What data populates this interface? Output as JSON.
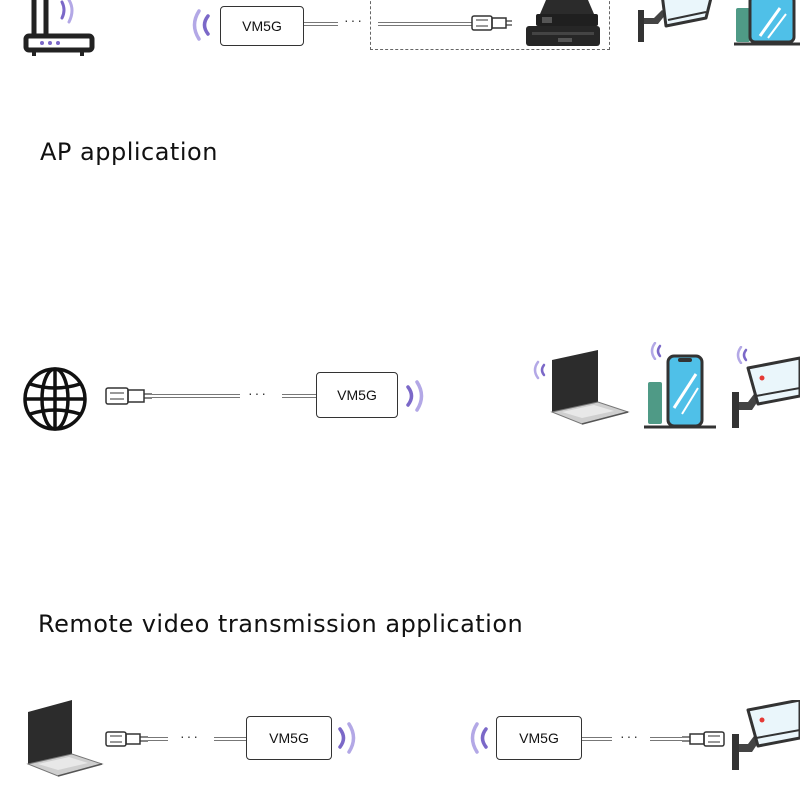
{
  "titles": {
    "ap": "AP application",
    "remote": "Remote video transmission application"
  },
  "device_label": "VM5G",
  "ellipsis": "···",
  "colors": {
    "signal": "#7b68c8",
    "signal_light": "#b3a8e6",
    "screen_blue": "#4fc0e8",
    "book_green": "#4f9a86",
    "stroke": "#222222"
  },
  "icons": [
    "router-icon",
    "signal-icon",
    "rj45-connector-icon",
    "pos-terminal-icon",
    "security-camera-icon",
    "smartphone-icon",
    "globe-icon",
    "laptop-icon"
  ]
}
